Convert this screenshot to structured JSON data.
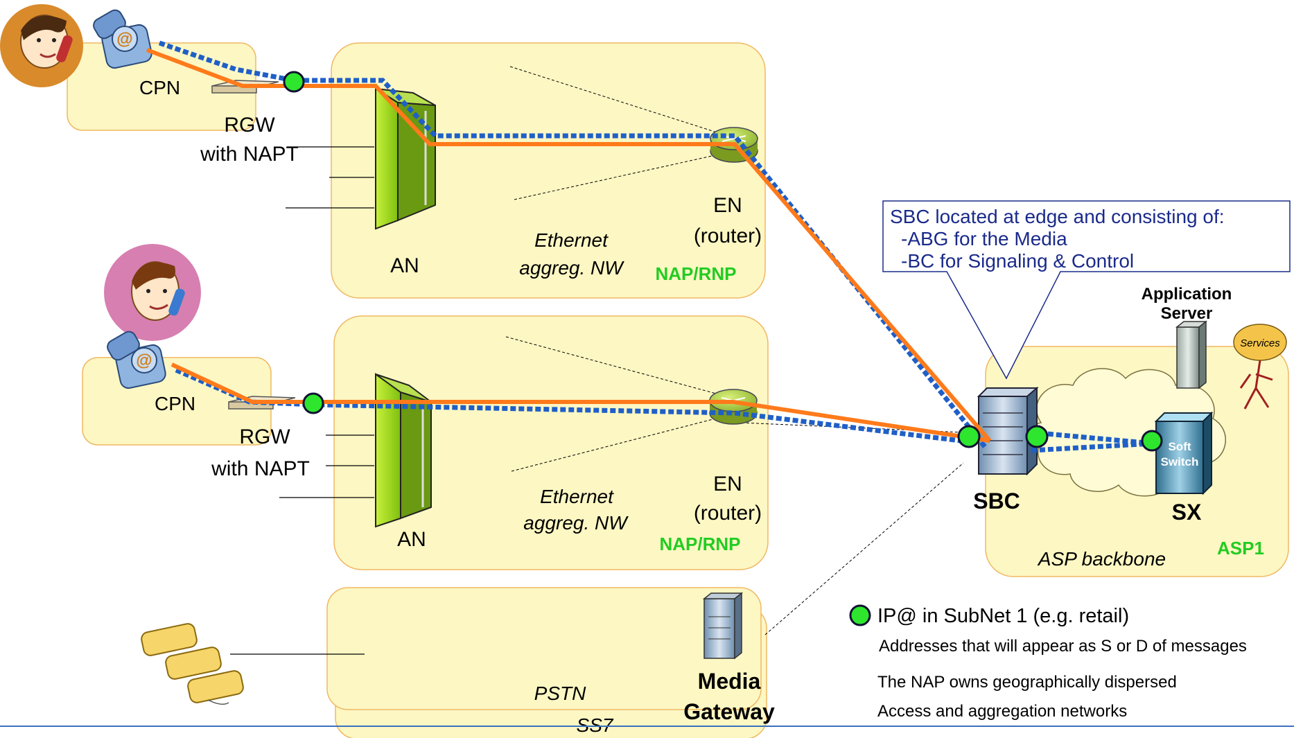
{
  "domain": "Diagram",
  "colors": {
    "region_fill": "#fdf7c3",
    "region_stroke": "#f0b862",
    "signal_path": "#ff7a1a",
    "media_path": "#1f5fc7",
    "ip_node": "#2ee62e",
    "nap_label": "#22cc22",
    "callout_border": "#1a2a8a",
    "callout_text": "#1a2a8a",
    "footer_rule": "#3a6fc0"
  },
  "top_access": {
    "cpn_label": "CPN",
    "rgw_label_1": "RGW",
    "rgw_label_2": "with NAPT",
    "an_label": "AN",
    "en_label_1": "EN",
    "en_label_2": "(router)",
    "nw_label_1": "Ethernet",
    "nw_label_2": "aggreg. NW",
    "nap_label": "NAP/RNP"
  },
  "bottom_access": {
    "cpn_label": "CPN",
    "rgw_label_1": "RGW",
    "rgw_label_2": "with NAPT",
    "an_label": "AN",
    "en_label_1": "EN",
    "en_label_2": "(router)",
    "nw_label_1": "Ethernet",
    "nw_label_2": "aggreg. NW",
    "nap_label": "NAP/RNP"
  },
  "pstn": {
    "pstn_label": "PSTN",
    "ss7_label": "SS7",
    "mg_label_1": "Media",
    "mg_label_2": "Gateway"
  },
  "asp": {
    "sbc_label": "SBC",
    "sx_label": "SX",
    "softswitch_label_1": "Soft",
    "softswitch_label_2": "Switch",
    "app_server_label_1": "Application",
    "app_server_label_2": "Server",
    "services_label": "Services",
    "backbone_label": "ASP backbone",
    "asp_label": "ASP1"
  },
  "callout": {
    "line_1": "SBC located at edge and consisting of:",
    "line_2": "-ABG for the Media",
    "line_3": "-BC for Signaling & Control"
  },
  "legend": {
    "ip_label": "IP@ in SubNet 1 (e.g. retail)",
    "note_1": "Addresses that will appear as S or D of messages",
    "note_2": "The NAP owns geographically dispersed",
    "note_3": "Access and aggregation networks"
  },
  "icons": {
    "phone_at_top": "phone-at-icon",
    "phone_at_bottom": "phone-at-icon",
    "pstn_phones": "phone-icon",
    "person_top": "person-icon",
    "person_bottom": "person-icon"
  }
}
